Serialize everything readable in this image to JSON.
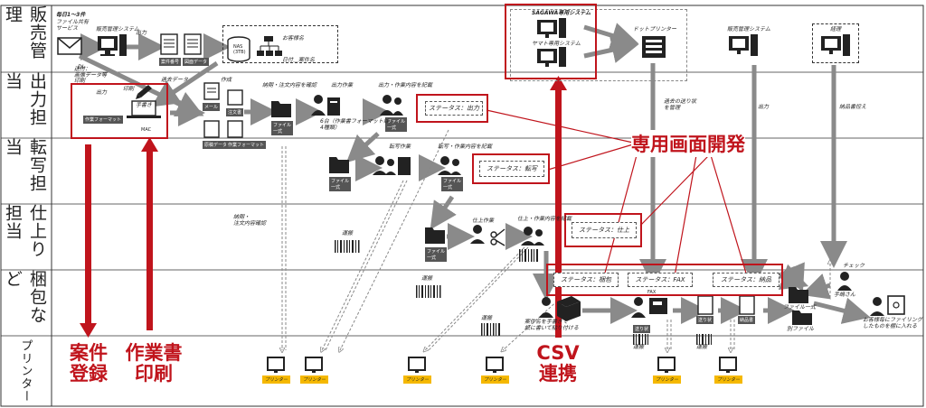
{
  "lanes": [
    {
      "label": "販売管理"
    },
    {
      "label": "出力担当"
    },
    {
      "label": "転写担当"
    },
    {
      "label": "仕上り担当"
    },
    {
      "label": "梱包など"
    },
    {
      "label": "プリンター"
    }
  ],
  "notes": {
    "daily": "毎日1～3件",
    "file_service": "ファイル共有\nサービス",
    "sales_system_1": "販売管理システム",
    "output_1": "出力",
    "nas": "NAS\n(3TB)",
    "customer_name": "お客様名",
    "date_case": "日付＿案件名",
    "download": "DL",
    "output_2": "出力",
    "manuscript_data": "送付：\n画像データ等\n印刷",
    "print_label": "印刷",
    "handwrite": "手書き",
    "pass_data": "過去データ",
    "create": "作成",
    "mac": "MAC",
    "copy_confirm": "納期・注文内容を確認",
    "output_work": "出力作業",
    "output_record": "出力・作業内容を記載",
    "six_units": "6台（作業書フォーマットは\n4種類）",
    "transfer_work": "転写作業",
    "transfer_record": "転写・作業内容を記載",
    "due_confirm": "納期・\n注文内容確認",
    "carry_1": "運搬",
    "finish_work": "仕上作業",
    "finish_record": "仕上・作業内容を記載",
    "carry_2": "運搬",
    "carry_3": "運搬",
    "case_text": "案件名を手書きで\n紙に書いて貼り付ける",
    "carry_4": "運搬",
    "carry_5": "運搬",
    "fax": "FAX",
    "check": "チェック",
    "handle_name": "手嶋さん",
    "file_set": "ファイル一式",
    "separate_file": "別ファイル",
    "customer_file": "お客様毎にファイリング\nしたものを棚に入れる",
    "sagawa": "SAGAWA専用システム",
    "yamato": "ヤマト専用システム",
    "dot_printer": "ドットプリンター",
    "send_slip": "過去の送り状\nを管理",
    "output_3": "出力",
    "sales_system_2": "販売管理システム",
    "ledger": "経理",
    "delivery_note": "納品書控え"
  },
  "tags": {
    "case_tag": "案件番号",
    "sheet_tag": "図面データ",
    "work_format": "作業フォーマット",
    "mail": "メール",
    "order_form": "注文書",
    "manuscript": "原稿データ",
    "work_form_fmt": "作業フォーマット",
    "file_set_1": "ファイル\n一式",
    "file_set_2": "ファイル\n一式",
    "file_set_3": "ファイル\n一式",
    "file_set_4": "ファイル\n一式",
    "file_set_5": "ファイル\n一式",
    "slip": "送り状",
    "delivery": "納品書",
    "slip2": "送り状"
  },
  "statuses": {
    "output": "ステータス：出力",
    "transfer": "ステータス：転写",
    "finish": "ステータス：仕上",
    "pack": "ステータス：梱包",
    "fax": "ステータス：FAX",
    "delivered": "ステータス：納品"
  },
  "printer_label": "プリンター",
  "callouts": {
    "dedicated_screen": "専用画面開発",
    "case_register": "案件\n登録",
    "work_print": "作業書\n印刷",
    "csv_link": "CSV\n連携"
  },
  "colors": {
    "red": "#c0141c",
    "gray": "#8a8a8a",
    "printer_yellow": "#f5b800"
  }
}
